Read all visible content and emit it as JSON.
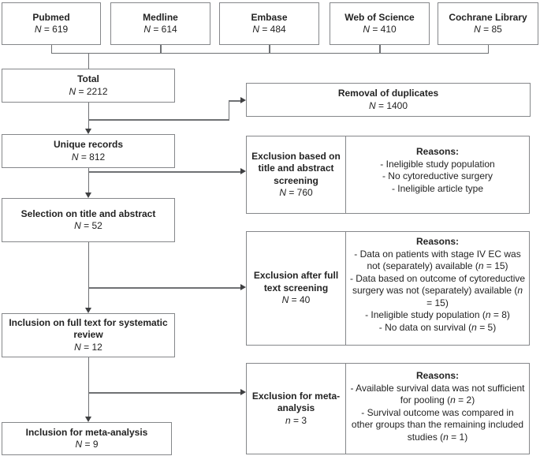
{
  "palette": {
    "box_border": "#85878a",
    "line": "#6f7174",
    "arrow": "#3f4042",
    "text": "#232323",
    "background": "#ffffff"
  },
  "sources": [
    {
      "label": "Pubmed",
      "count": "N = 619"
    },
    {
      "label": "Medline",
      "count": "N = 614"
    },
    {
      "label": "Embase",
      "count": "N = 484"
    },
    {
      "label": "Web of Science",
      "count": "N = 410"
    },
    {
      "label": "Cochrane Library",
      "count": "N = 85"
    }
  ],
  "flow": {
    "total": {
      "label": "Total",
      "count": "N = 2212"
    },
    "unique": {
      "label": "Unique records",
      "count": "N = 812"
    },
    "selection": {
      "label": "Selection on title and abstract",
      "count": "N = 52"
    },
    "inclusion_full_text": {
      "label": "Inclusion on full text for systematic review",
      "count": "N = 12"
    },
    "inclusion_meta": {
      "label": "Inclusion for meta-analysis",
      "count": "N = 9"
    }
  },
  "side": {
    "removal": {
      "label": "Removal of duplicates",
      "count": "N = 1400"
    },
    "exclusion_title_abstract": {
      "label": "Exclusion based on title and abstract screening",
      "count": "N = 760",
      "reasons_title": "Reasons:",
      "reasons": [
        "- Ineligible study population",
        "- No cytoreductive surgery",
        "- Ineligible article type"
      ]
    },
    "exclusion_full_text": {
      "label": "Exclusion after full text screening",
      "count": "N = 40",
      "reasons_title": "Reasons:",
      "reasons": [
        "- Data on patients with stage IV EC was not (separately) available (n = 15)",
        "- Data based on outcome of cytoreductive surgery was not (separately) available (n = 15)",
        "- Ineligible study population (n = 8)",
        "- No data on survival (n = 5)"
      ]
    },
    "exclusion_meta": {
      "label": "Exclusion for meta-analysis",
      "count": "n = 3",
      "reasons_title": "Reasons:",
      "reasons": [
        "- Available survival data was not sufficient for pooling (n = 2)",
        "- Survival outcome was compared in other groups than the remaining included studies (n = 1)"
      ]
    }
  }
}
